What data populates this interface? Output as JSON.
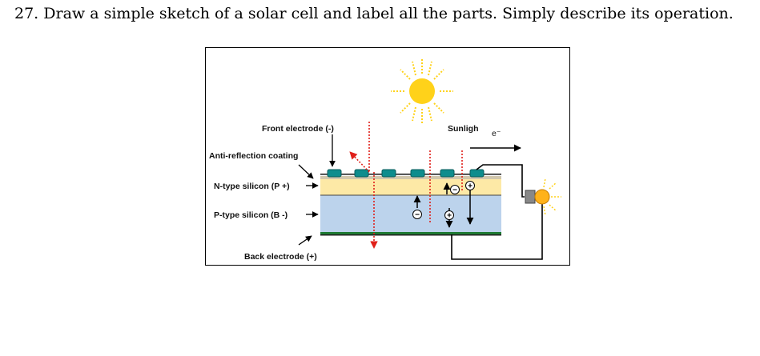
{
  "question": {
    "text": "27. Draw a simple sketch of a solar cell and label all the parts.  Simply describe its operation."
  },
  "diagram": {
    "labels": {
      "front_electrode": "Front electrode (-)",
      "anti_reflection": "Anti-reflection coating",
      "n_type": "N-type silicon (P +)",
      "p_type": "P-type silicon (B -)",
      "back_electrode": "Back electrode (+)",
      "sunlight": "Sunligh",
      "electron": "e⁻"
    },
    "symbols": {
      "minus": "−",
      "plus": "+"
    },
    "colors": {
      "n_layer": "#fde9a6",
      "p_layer": "#bcd3ec",
      "electrode": "#0e8d8d",
      "sun": "#ffd21a",
      "ray": "#e0201a",
      "back_electrode": "#1f7a34"
    }
  }
}
